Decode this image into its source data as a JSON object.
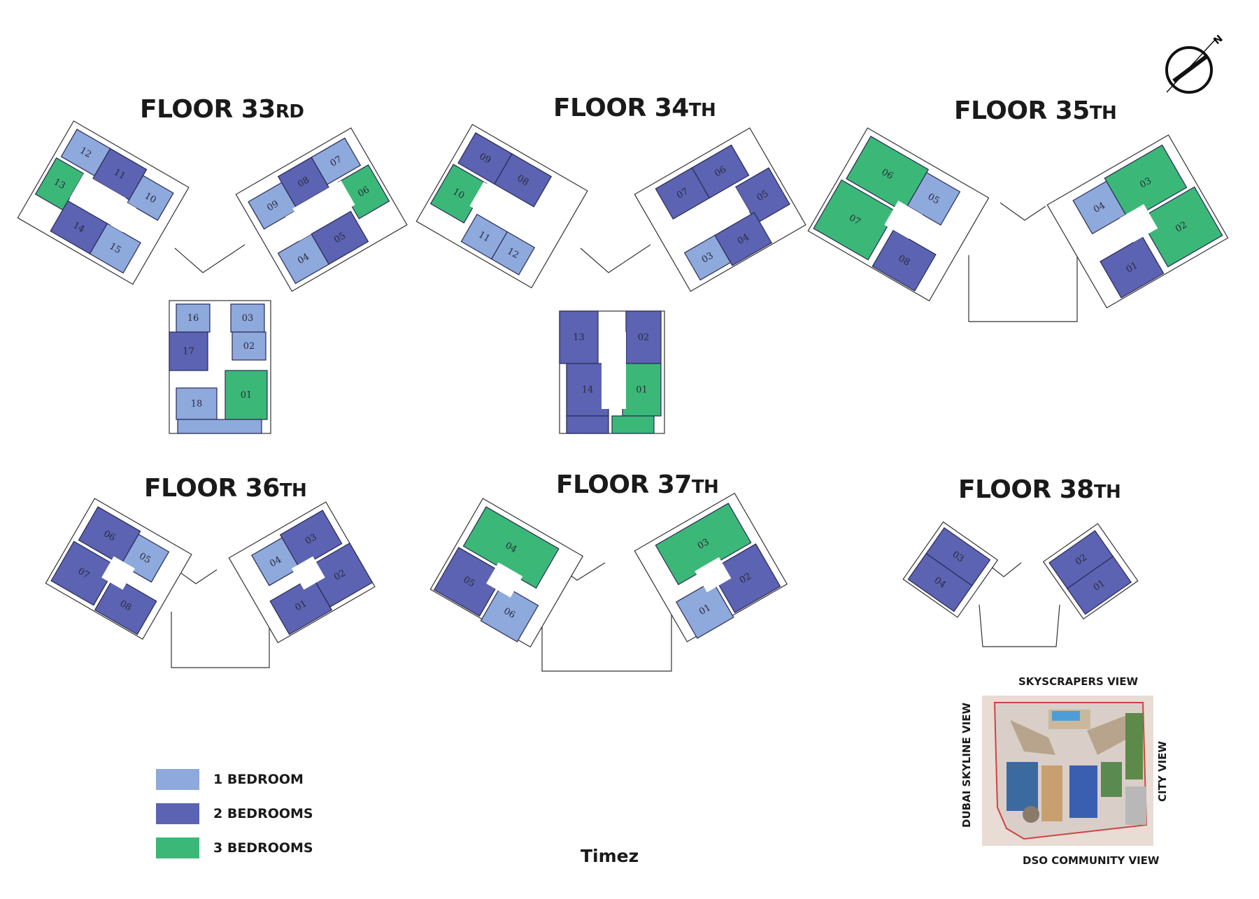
{
  "floors": [
    {
      "id": "33",
      "label": "FLOOR 33",
      "suffix": "RD",
      "units": [
        {
          "n": "12",
          "t": 1
        },
        {
          "n": "11",
          "t": 2
        },
        {
          "n": "10",
          "t": 1
        },
        {
          "n": "13",
          "t": 3
        },
        {
          "n": "14",
          "t": 2
        },
        {
          "n": "15",
          "t": 1
        },
        {
          "n": "07",
          "t": 1
        },
        {
          "n": "08",
          "t": 2
        },
        {
          "n": "09",
          "t": 1
        },
        {
          "n": "06",
          "t": 3
        },
        {
          "n": "05",
          "t": 2
        },
        {
          "n": "04",
          "t": 1
        },
        {
          "n": "16",
          "t": 1
        },
        {
          "n": "03",
          "t": 1
        },
        {
          "n": "17",
          "t": 2
        },
        {
          "n": "02",
          "t": 1
        },
        {
          "n": "18",
          "t": 1
        },
        {
          "n": "01",
          "t": 3
        }
      ]
    },
    {
      "id": "34",
      "label": "FLOOR 34",
      "suffix": "TH",
      "units": [
        {
          "n": "09",
          "t": 2
        },
        {
          "n": "08",
          "t": 2
        },
        {
          "n": "10",
          "t": 3
        },
        {
          "n": "11",
          "t": 1
        },
        {
          "n": "12",
          "t": 1
        },
        {
          "n": "06",
          "t": 2
        },
        {
          "n": "07",
          "t": 2
        },
        {
          "n": "05",
          "t": 2
        },
        {
          "n": "04",
          "t": 2
        },
        {
          "n": "03",
          "t": 1
        },
        {
          "n": "13",
          "t": 2
        },
        {
          "n": "02",
          "t": 2
        },
        {
          "n": "14",
          "t": 2
        },
        {
          "n": "01",
          "t": 3
        }
      ]
    },
    {
      "id": "35",
      "label": "FLOOR 35",
      "suffix": "TH",
      "units": [
        {
          "n": "06",
          "t": 3
        },
        {
          "n": "05",
          "t": 1
        },
        {
          "n": "07",
          "t": 3
        },
        {
          "n": "08",
          "t": 2
        },
        {
          "n": "04",
          "t": 1
        },
        {
          "n": "03",
          "t": 3
        },
        {
          "n": "02",
          "t": 3
        },
        {
          "n": "01",
          "t": 2
        }
      ]
    },
    {
      "id": "36",
      "label": "FLOOR 36",
      "suffix": "TH",
      "units": [
        {
          "n": "06",
          "t": 2
        },
        {
          "n": "05",
          "t": 1
        },
        {
          "n": "07",
          "t": 2
        },
        {
          "n": "08",
          "t": 2
        },
        {
          "n": "04",
          "t": 1
        },
        {
          "n": "03",
          "t": 2
        },
        {
          "n": "02",
          "t": 2
        },
        {
          "n": "01",
          "t": 2
        }
      ]
    },
    {
      "id": "37",
      "label": "FLOOR 37",
      "suffix": "TH",
      "units": [
        {
          "n": "04",
          "t": 3
        },
        {
          "n": "05",
          "t": 2
        },
        {
          "n": "06",
          "t": 1
        },
        {
          "n": "03",
          "t": 3
        },
        {
          "n": "02",
          "t": 2
        },
        {
          "n": "01",
          "t": 1
        }
      ]
    },
    {
      "id": "38",
      "label": "FLOOR 38",
      "suffix": "TH",
      "units": [
        {
          "n": "03",
          "t": 2
        },
        {
          "n": "04",
          "t": 2
        },
        {
          "n": "02",
          "t": 2
        },
        {
          "n": "01",
          "t": 2
        }
      ]
    }
  ],
  "legend": [
    {
      "label": "1 BEDROOM",
      "color": "#8ea9dc"
    },
    {
      "label": "2 BEDROOMS",
      "color": "#5b63b2"
    },
    {
      "label": "3 BEDROOMS",
      "color": "#3bb877"
    }
  ],
  "colors": {
    "t1": "#8ea9dc",
    "t2": "#5b63b2",
    "t3": "#3bb877"
  },
  "brand": "Timez",
  "views": {
    "top": "SKYSCRAPERS VIEW",
    "left": "DUBAI SKYLINE VIEW",
    "right": "CITY VIEW",
    "bottom": "DSO COMMUNITY VIEW"
  },
  "compass_letter": "N"
}
